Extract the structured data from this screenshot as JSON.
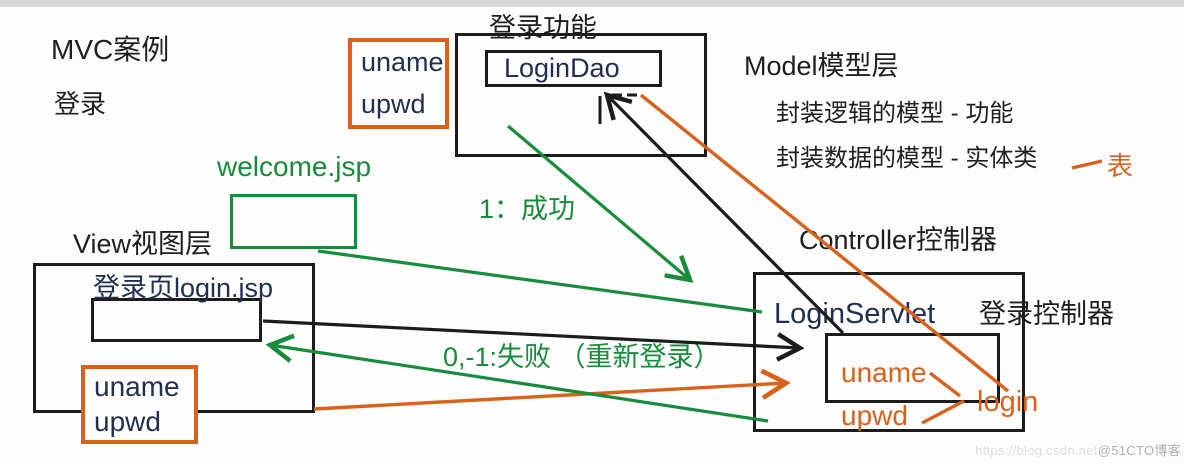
{
  "header": {
    "title": "MVC案例",
    "subtitle": "登录"
  },
  "model": {
    "function_box_label": "登录功能",
    "dao_label": "LoginDao",
    "params": {
      "uname": "uname",
      "upwd": "upwd"
    },
    "heading": "Model模型层",
    "bullet_logic": "封装逻辑的模型 - 功能",
    "bullet_data": "封装数据的模型 - 实体类",
    "table_label": "表"
  },
  "view": {
    "heading": "View视图层",
    "welcome_label": "welcome.jsp",
    "page_label": "登录页login.jsp",
    "params": {
      "uname": "uname",
      "upwd": "upwd"
    }
  },
  "controller": {
    "heading": "Controller控制器",
    "servlet_label": "LoginServlet",
    "cn_label": "登录控制器",
    "params": {
      "uname": "uname",
      "upwd": "upwd"
    },
    "method_label": "login"
  },
  "annotations": {
    "success": "1：成功",
    "failure": "0,-1:失败 （重新登录）"
  },
  "watermark": {
    "url": "https://blog.csdn.net",
    "badge": "@51CTO博客"
  },
  "colors": {
    "green": "#178c3a",
    "orange": "#d8621c",
    "ink": "#1c1c1c",
    "navy": "#22304f"
  }
}
